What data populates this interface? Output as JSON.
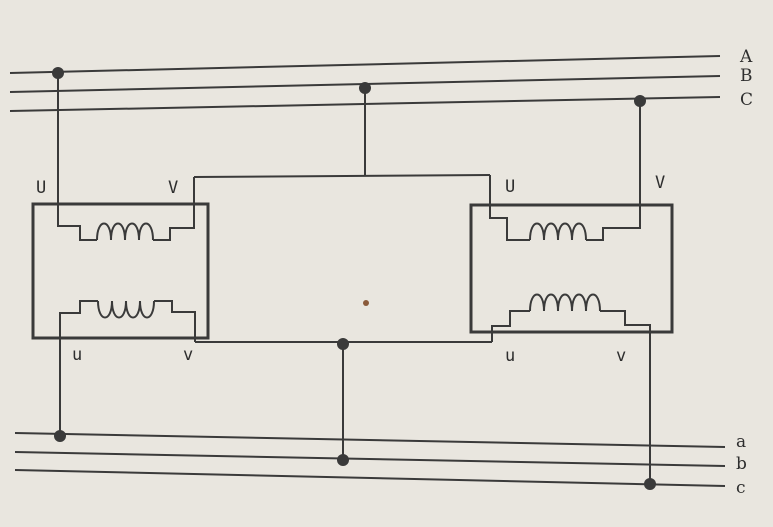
{
  "diagram": {
    "primary_lines": [
      "A",
      "B",
      "C"
    ],
    "secondary_lines": [
      "a",
      "b",
      "c"
    ],
    "transformer_left": {
      "primary_terminals": [
        "U",
        "V"
      ],
      "secondary_terminals": [
        "u",
        "v"
      ]
    },
    "transformer_right": {
      "primary_terminals": [
        "U",
        "V"
      ],
      "secondary_terminals": [
        "u",
        "v"
      ]
    }
  },
  "colors": {
    "ink": "#3a3a3a",
    "paper": "#e9e6df"
  }
}
